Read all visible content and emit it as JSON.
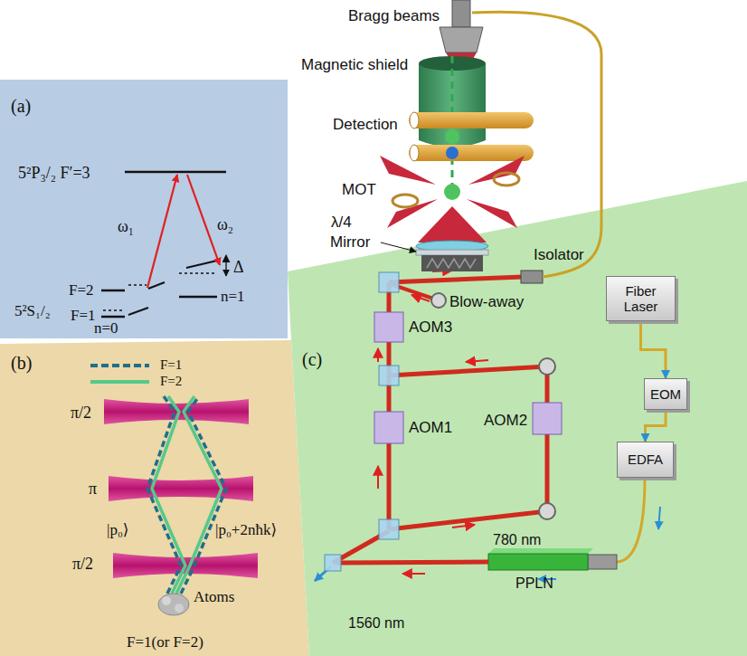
{
  "diagram": {
    "nodes": [
      {
        "text": [
          "(a)"
        ]
      },
      {
        "text": [
          "(b)"
        ]
      },
      {
        "text": [
          "(c)"
        ]
      },
      {
        "text": [
          "Fiber Laser"
        ],
        "in": 2
      },
      {
        "text": [
          "EOM"
        ],
        "in": 2
      },
      {
        "text": [
          "EDFA"
        ],
        "in": 2
      }
    ],
    "edges": [
      {
        "from": 3,
        "to": 4,
        "arrow": "to"
      },
      {
        "from": 4,
        "to": 5,
        "arrow": "to"
      }
    ],
    "labels": [
      "5²P₃/₂ F′=3",
      "ω₁",
      "ω₂",
      "Δ",
      "F=2",
      "F=1",
      "5²S₁/₂",
      "n=0",
      "n=1",
      "π/2",
      "π",
      "π/2",
      "|p₀⟩",
      "|p₀+2nħk⟩",
      "Atoms",
      "F=1(or F=2)",
      "Bragg beams",
      "Magnetic shield",
      "Detection",
      "MOT",
      "λ/4",
      "Mirror",
      "Isolator",
      "Blow-away",
      "AOM3",
      "AOM1",
      "AOM2",
      "780 nm",
      "1560 nm",
      "PPLN"
    ],
    "legend": [
      {
        "text": "F=1"
      },
      {
        "text": "F=2"
      }
    ]
  }
}
